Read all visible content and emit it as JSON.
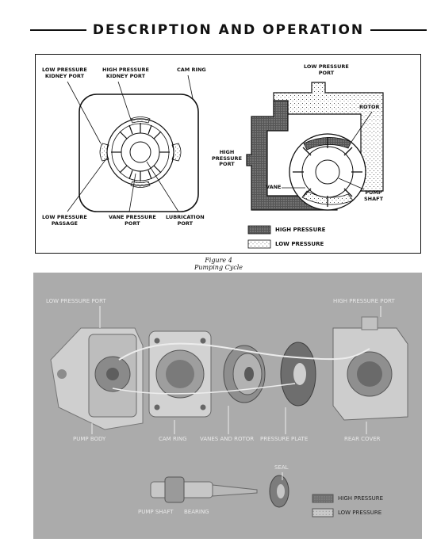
{
  "heading": "DESCRIPTION AND OPERATION",
  "diagram": {
    "labels": {
      "low_pressure_kidney_port": "LOW PRESSURE\nKIDNEY PORT",
      "high_pressure_kidney_port": "HIGH PRESSURE\nKIDNEY PORT",
      "cam_ring": "CAM RING",
      "low_pressure_passage": "LOW PRESSURE\nPASSAGE",
      "vane_pressure_port": "VANE PRESSURE\nPORT",
      "lubrication_port": "LUBRICATION\nPORT",
      "low_pressure_port": "LOW PRESSURE\nPORT",
      "rotor": "ROTOR",
      "high_pressure_port": "HIGH\nPRESSURE\nPORT",
      "vane": "VANE",
      "pump_shaft": "PUMP\nSHAFT"
    },
    "legend": {
      "high": "HIGH PRESSURE",
      "low": "LOW PRESSURE"
    }
  },
  "figure_caption": {
    "number": "Figure 4",
    "title": "Pumping Cycle"
  },
  "photo": {
    "labels": {
      "low_pressure_port": "LOW PRESSURE PORT",
      "high_pressure_port": "HIGH PRESSURE PORT",
      "pump_body": "PUMP BODY",
      "cam_ring": "CAM RING",
      "vanes_and_rotor": "VANES AND ROTOR",
      "pressure_plate": "PRESSURE PLATE",
      "rear_cover": "REAR COVER",
      "seal": "SEAL",
      "pump_shaft": "PUMP SHAFT",
      "bearing": "BEARING"
    },
    "legend": {
      "high": "HIGH PRESSURE",
      "low": "LOW PRESSURE"
    }
  }
}
